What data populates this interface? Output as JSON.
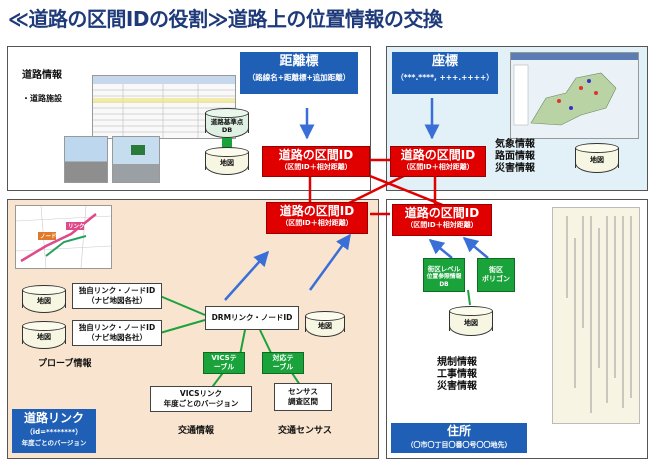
{
  "title": "≪道路の区間IDの役割≫道路上の位置情報の交換",
  "top_left": {
    "heading": "道路情報",
    "sub": "・道路施設",
    "distance_marker": {
      "title": "距離標",
      "detail": "（路線名+距離標+追加距離）"
    },
    "db_cylinder": "道路基準点DB",
    "map_cylinder": "地図"
  },
  "top_right": {
    "coords": {
      "title": "座標",
      "detail": "（***.****, +++.++++）"
    },
    "info_lines": [
      "気象情報",
      "路面情報",
      "災害情報"
    ],
    "map_cylinder": "地図"
  },
  "road_section_id": {
    "main": "道路の区間ID",
    "sub": "（区間ID＋相対距離）"
  },
  "bottom_left": {
    "link_id_boxes": [
      {
        "line1": "独自リンク・ノードID",
        "line2": "（ナビ地図各社）"
      },
      {
        "line1": "独自リンク・ノードID",
        "line2": "（ナビ地図各社）"
      }
    ],
    "map_cylinder": "地図",
    "probe_label": "プローブ情報",
    "drm_box": "DRMリンク・ノードID",
    "vics_table": "VICSテーブル",
    "corr_table": "対応テーブル",
    "vics_link": {
      "line1": "VICSリンク",
      "line2": "年度ごとのバージョン"
    },
    "sensor_section": {
      "line1": "センサス",
      "line2": "調査区間"
    },
    "traffic_info": "交通情報",
    "traffic_census": "交通センサス",
    "road_link": {
      "title": "道路リンク",
      "detail": "（id=********）",
      "note": "年度ごとのバージョン"
    },
    "map_labels": [
      "リンク",
      "ノード"
    ]
  },
  "bottom_right": {
    "block_db": {
      "line1": "街区レベル",
      "line2": "位置参照情報DB"
    },
    "block_polygon": {
      "line1": "街区",
      "line2": "ポリゴン"
    },
    "map_cylinder": "地図",
    "info_lines": [
      "規制情報",
      "工事情報",
      "災害情報"
    ],
    "address": {
      "title": "住所",
      "detail": "（〇市〇丁目〇番〇号〇〇地先）"
    }
  },
  "colors": {
    "title": "#1f3a7a",
    "accent_blue": "#1f5fb5",
    "red": "#e00000",
    "green": "#1aa33a",
    "panel_left": "#f8e4cf",
    "panel_right": "#e2f0f8"
  }
}
